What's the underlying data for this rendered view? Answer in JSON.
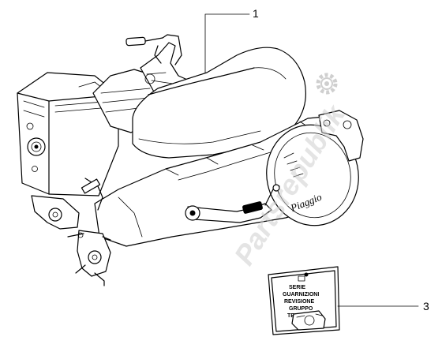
{
  "callouts": [
    {
      "number": "1"
    },
    {
      "number": "3"
    }
  ],
  "cover_brand": "Piaggio",
  "kit_label_lines": [
    "SERIE",
    "GUARNIZIONI",
    "REVISIONE",
    "GRUPPO",
    "TERMICO"
  ],
  "watermark_text": "Partsrepublik",
  "icons": [
    "gear-icon"
  ]
}
